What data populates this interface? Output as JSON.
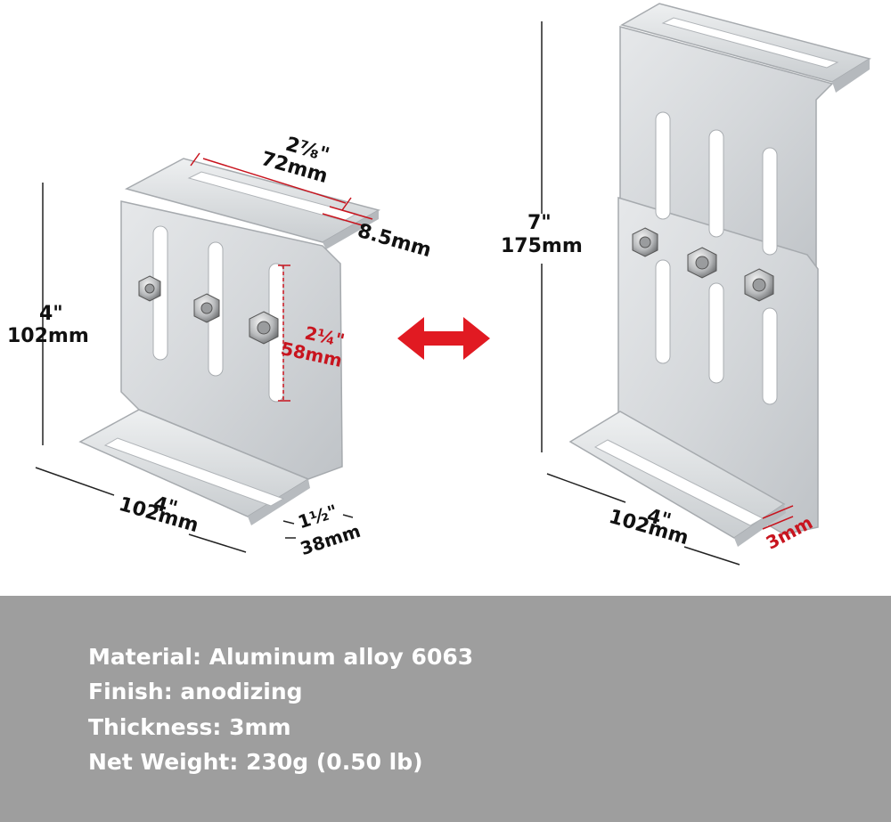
{
  "left_bracket": {
    "height_in": "4\"",
    "height_mm": "102mm",
    "slot_in": "2⁷⁄₈\"",
    "slot_mm": "72mm",
    "slot_width": "8.5mm",
    "travel_in": "2¼\"",
    "travel_mm": "58mm",
    "width_in": "4\"",
    "width_mm": "102mm",
    "depth_in": "1½\"",
    "depth_mm": "38mm"
  },
  "right_bracket": {
    "height_in": "7\"",
    "height_mm": "175mm",
    "width_in": "4\"",
    "width_mm": "102mm",
    "thickness": "3mm"
  },
  "specs": [
    "Material: Aluminum alloy 6063",
    "Finish: anodizing",
    "Thickness: 3mm",
    "Net Weight: 230g (0.50 lb)"
  ],
  "colors": {
    "accent_red": "#c8141e",
    "aluminum": "#d7dadd",
    "spec_band": "#9e9e9e"
  },
  "icons": [
    "adjust-double-arrow-icon",
    "hex-bolt-icon"
  ]
}
